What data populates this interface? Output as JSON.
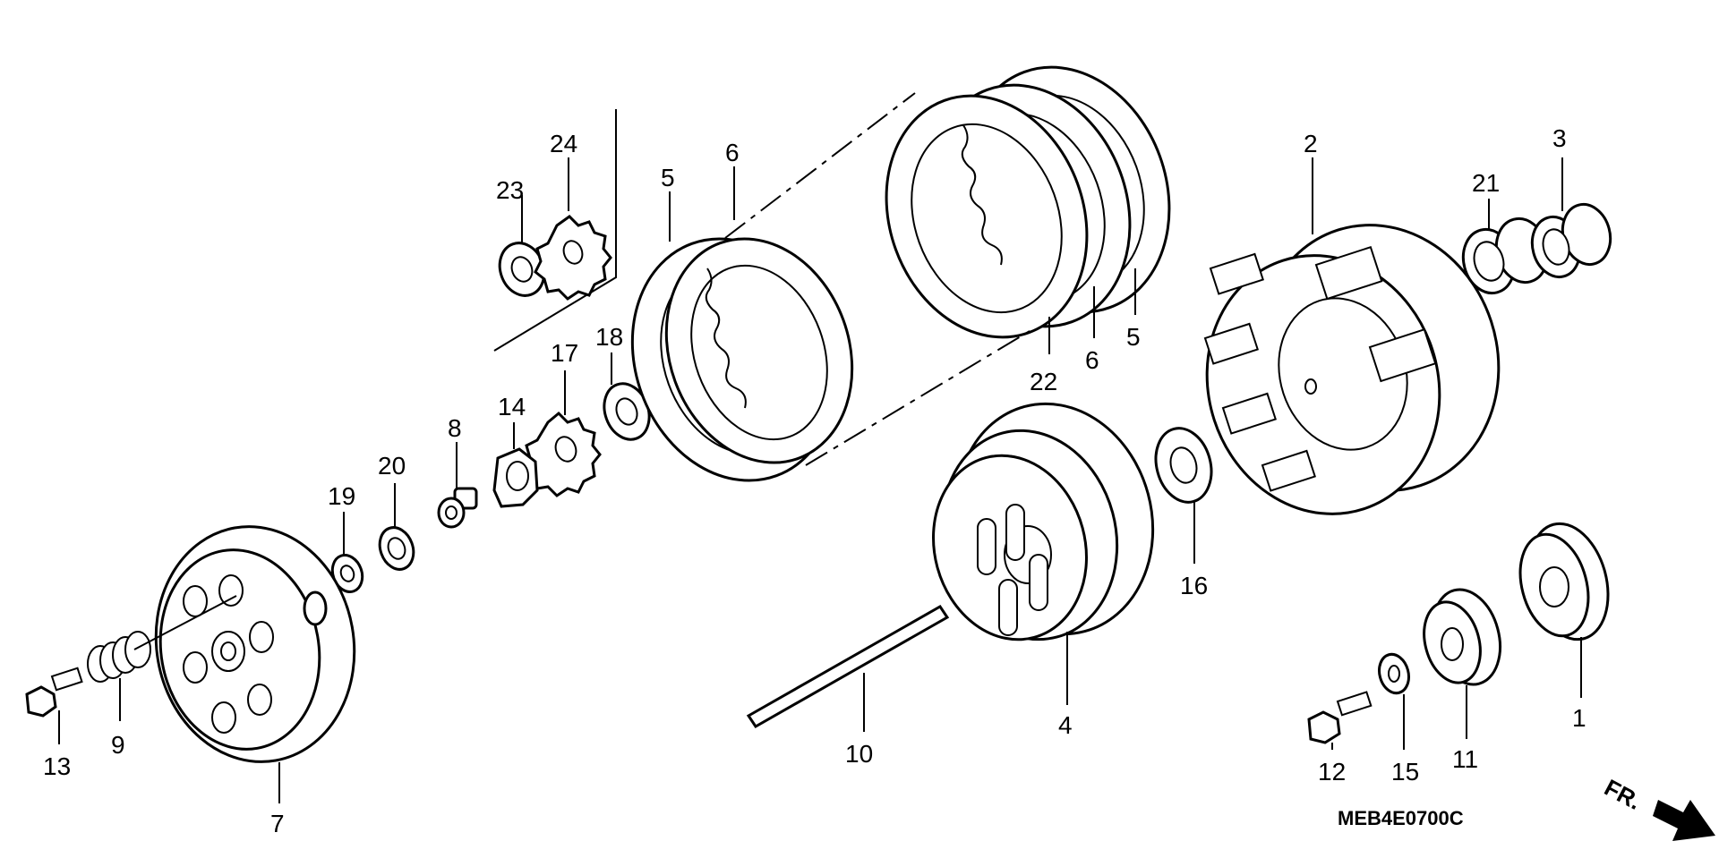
{
  "diagram": {
    "code": "MEB4E0700C",
    "direction_label": "FR.",
    "callouts": {
      "p1": "1",
      "p2": "2",
      "p3": "3",
      "p4": "4",
      "p5a": "5",
      "p5b": "5",
      "p6a": "6",
      "p6b": "6",
      "p7": "7",
      "p8": "8",
      "p9": "9",
      "p10": "10",
      "p11": "11",
      "p12": "12",
      "p13": "13",
      "p14": "14",
      "p15": "15",
      "p16": "16",
      "p17": "17",
      "p18": "18",
      "p19": "19",
      "p20": "20",
      "p21": "21",
      "p22": "22",
      "p23": "23",
      "p24": "24"
    }
  }
}
